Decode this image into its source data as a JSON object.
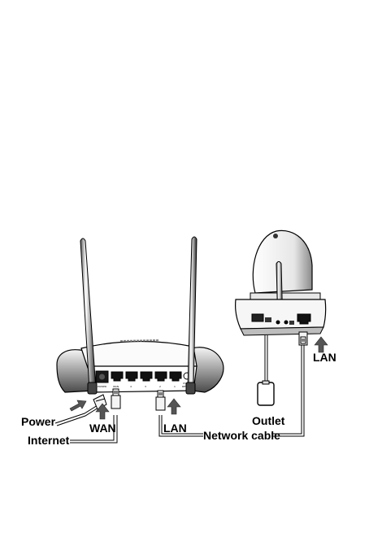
{
  "labels": {
    "power": "Power",
    "internet": "Internet",
    "wan": "WAN",
    "lan_router": "LAN",
    "network_cable": "Network cable",
    "outlet": "Outlet",
    "lan_camera": "LAN"
  },
  "router_ports": {
    "power": "POWER",
    "wan": "WAN",
    "lan_numbers": [
      "4",
      "3",
      "2",
      "1"
    ],
    "usb": "USB",
    "reset": "RESET"
  }
}
